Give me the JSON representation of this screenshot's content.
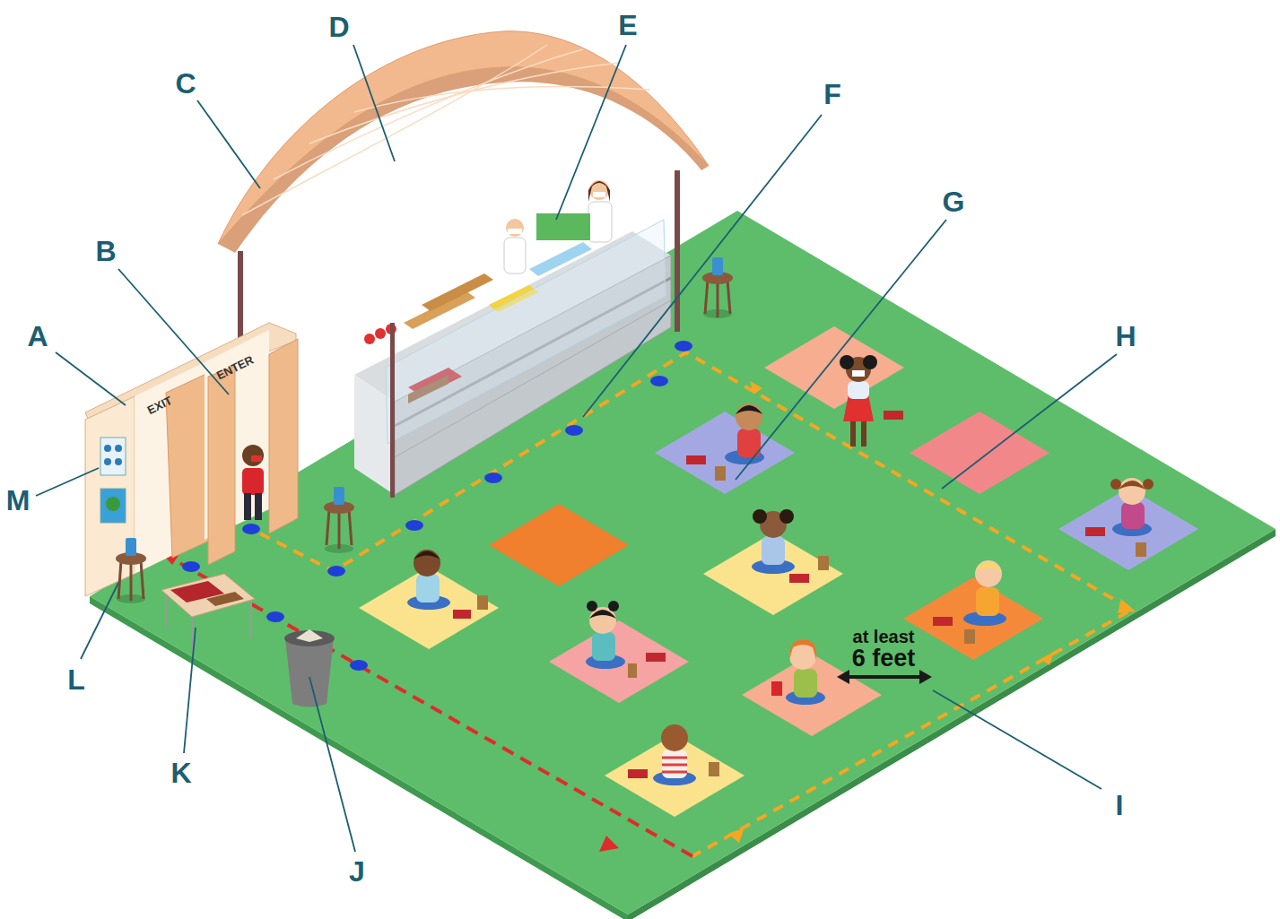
{
  "diagram": {
    "labels": [
      "A",
      "B",
      "C",
      "D",
      "E",
      "F",
      "G",
      "H",
      "I",
      "J",
      "K",
      "L",
      "M",
      "EXIT",
      "ENTER",
      "at least",
      "6 feet"
    ]
  }
}
